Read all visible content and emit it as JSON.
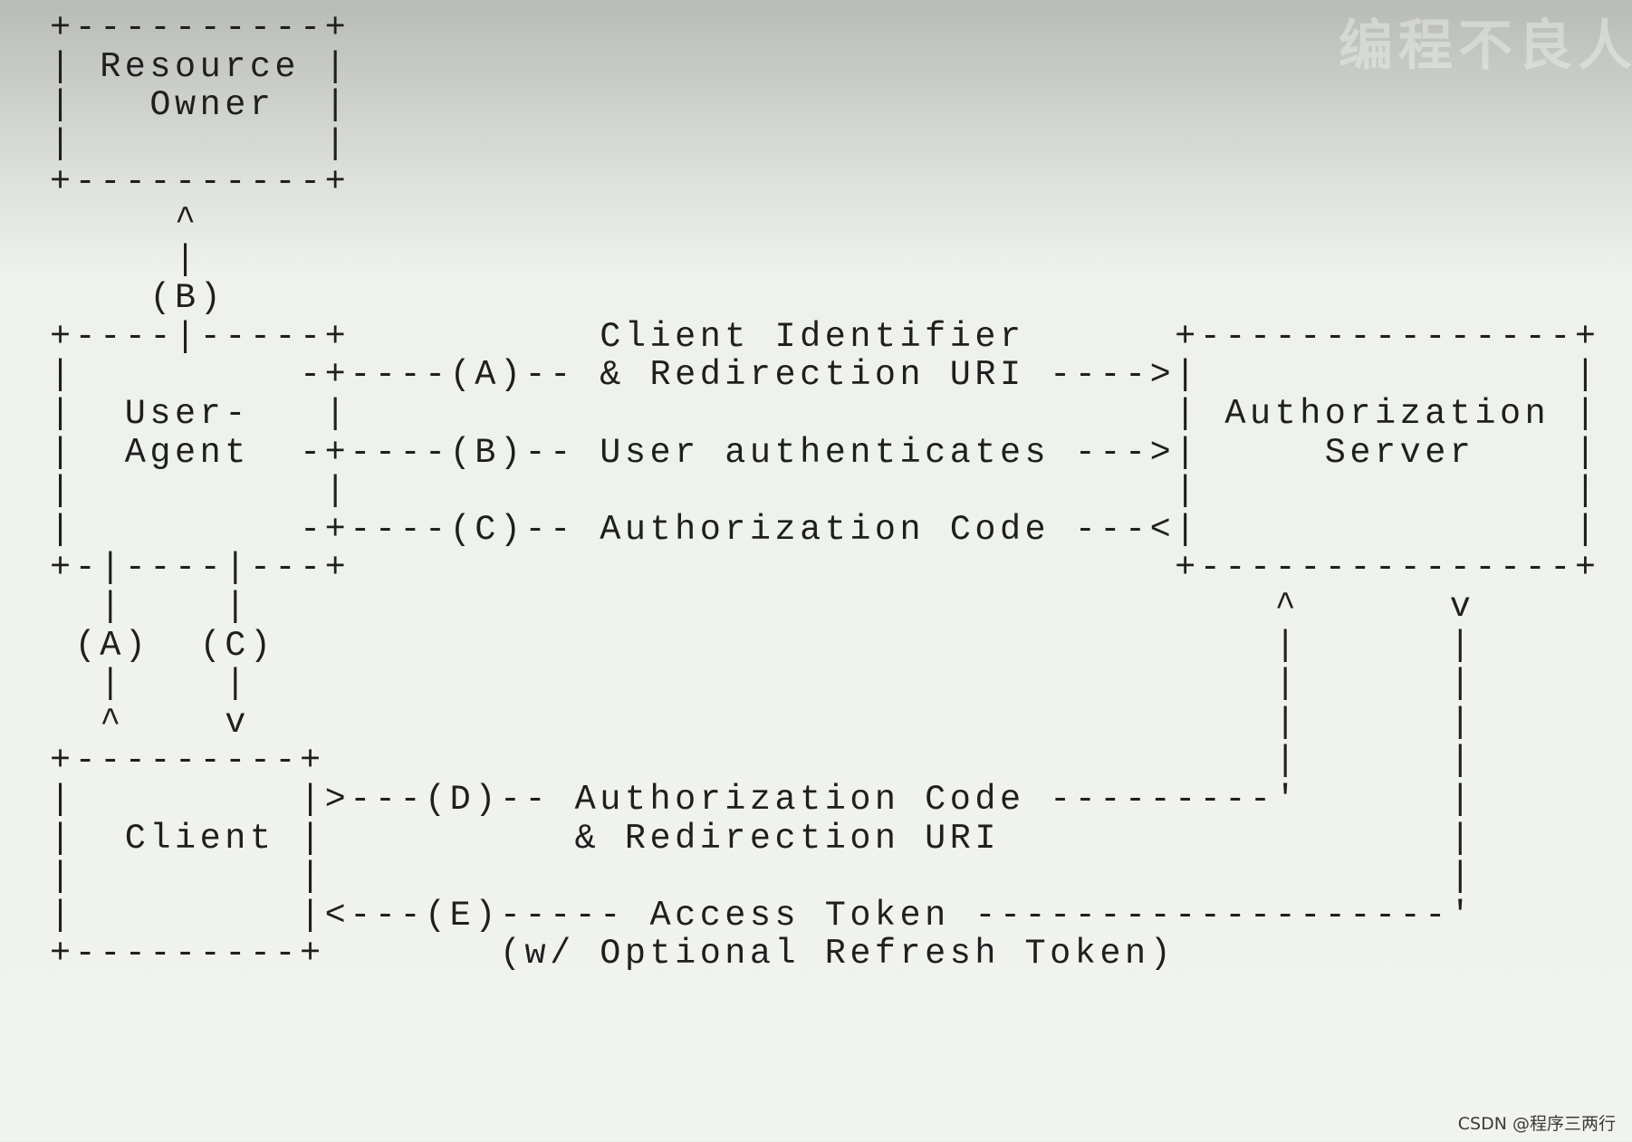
{
  "watermark": "编程不良人",
  "credit": "CSDN @程序三两行",
  "diagram": {
    "lines": [
      "+----------+",
      "| Resource |",
      "|   Owner  |",
      "|          |",
      "+----------+",
      "     ^",
      "     |",
      "    (B)",
      "+----|-----+          Client Identifier      +---------------+",
      "|         -+----(A)-- & Redirection URI ---->|               |",
      "|  User-   |                                 | Authorization |",
      "|  Agent  -+----(B)-- User authenticates --->|     Server    |",
      "|          |                                 |               |",
      "|         -+----(C)-- Authorization Code ---<|               |",
      "+-|----|---+                                 +---------------+",
      "  |    |                                         ^      v",
      " (A)  (C)                                        |      |",
      "  |    |                                         |      |",
      "  ^    v                                         |      |",
      "+---------+                                      |      |",
      "|         |>---(D)-- Authorization Code ---------'      |",
      "|  Client |          & Redirection URI                  |",
      "|         |                                             |",
      "|         |<---(E)----- Access Token -------------------'",
      "+---------+       (w/ Optional Refresh Token)"
    ]
  }
}
